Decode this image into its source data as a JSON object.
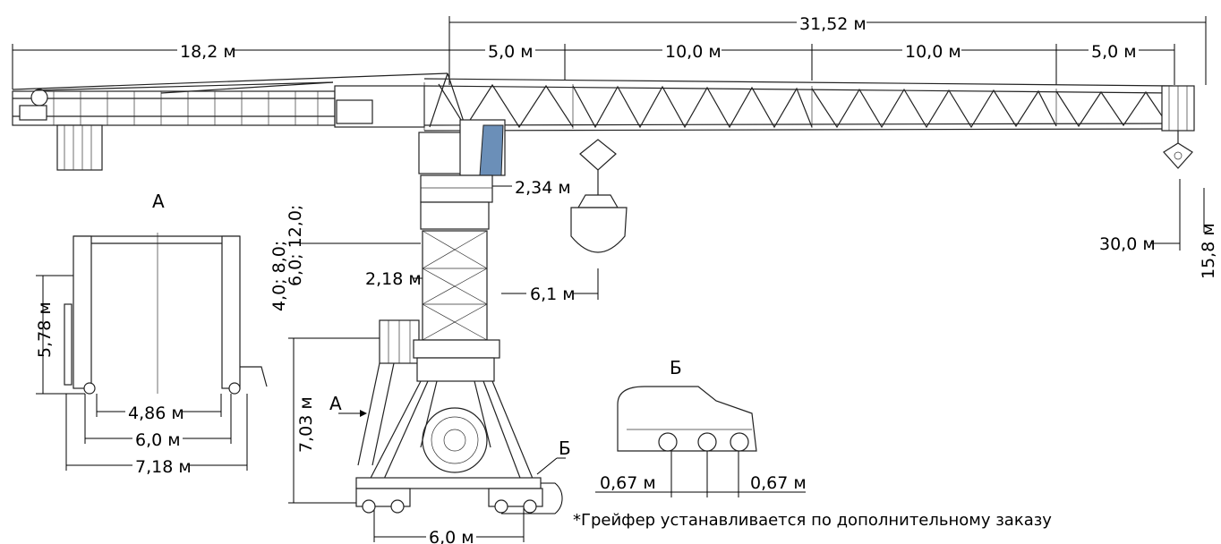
{
  "labels": {
    "view_a": "А",
    "view_b": "Б",
    "arrow_a": "А",
    "marker_b": "Б"
  },
  "dimensions": {
    "total_jib": "31,52 м",
    "counter_jib": "18,2 м",
    "seg1": "5,0 м",
    "seg2": "10,0 м",
    "seg3": "10,0 м",
    "seg4": "5,0 м",
    "cabin_offset": "2,34 м",
    "tower_width": "2,18 м",
    "tower_heights_a": "6,0;   12,0;",
    "tower_heights_b": "4,0;   8,0;",
    "grab_offset": "6,1 м",
    "max_radius": "30,0 м",
    "hook_height": "15,8 м",
    "portal_height_a": "5,78 м",
    "wheel_a": "4,86 м",
    "track_a": "6,0 м",
    "base_a": "7,18 м",
    "portal_height": "7,03 м",
    "portal_base": "6,0 м",
    "bogie_left": "0,67 м",
    "bogie_right": "0,67 м"
  },
  "footnote": "*Грейфер устанавливается по дополнительному заказу",
  "colors": {
    "cabin_glass": "#6b8fb8",
    "line": "#000000"
  }
}
